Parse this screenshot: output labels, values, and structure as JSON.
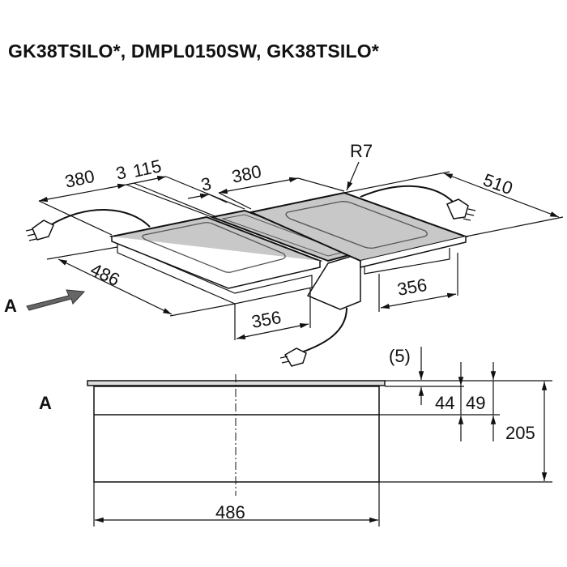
{
  "title": "GK38TSILO*, DMPL0150SW, GK38TSILO*",
  "view_label": "A",
  "top_view": {
    "dim_left_width": "380",
    "dim_gap_1": "3",
    "dim_middle_width": "115",
    "dim_gap_2": "3",
    "dim_right_width": "380",
    "dim_radius": "R7",
    "dim_depth_right": "510",
    "dim_depth_left": "486",
    "dim_cutout_left": "356",
    "dim_cutout_right": "356",
    "arrow_label": "A"
  },
  "side_view": {
    "dim_plate": "(5)",
    "dim_44": "44",
    "dim_49": "49",
    "dim_height": "205",
    "dim_width": "486"
  },
  "colors": {
    "hob_surface": "#c8c8c8",
    "arrow": "#666666"
  }
}
